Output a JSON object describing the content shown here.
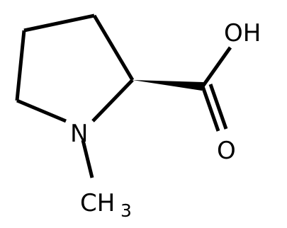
{
  "molecule": {
    "atoms": {
      "oh": "OH",
      "o": "O",
      "n": "N",
      "ch3_main": "CH",
      "ch3_sub": "3"
    },
    "colors": {
      "bond": "#000000",
      "text": "#000000",
      "background": "#ffffff"
    }
  }
}
